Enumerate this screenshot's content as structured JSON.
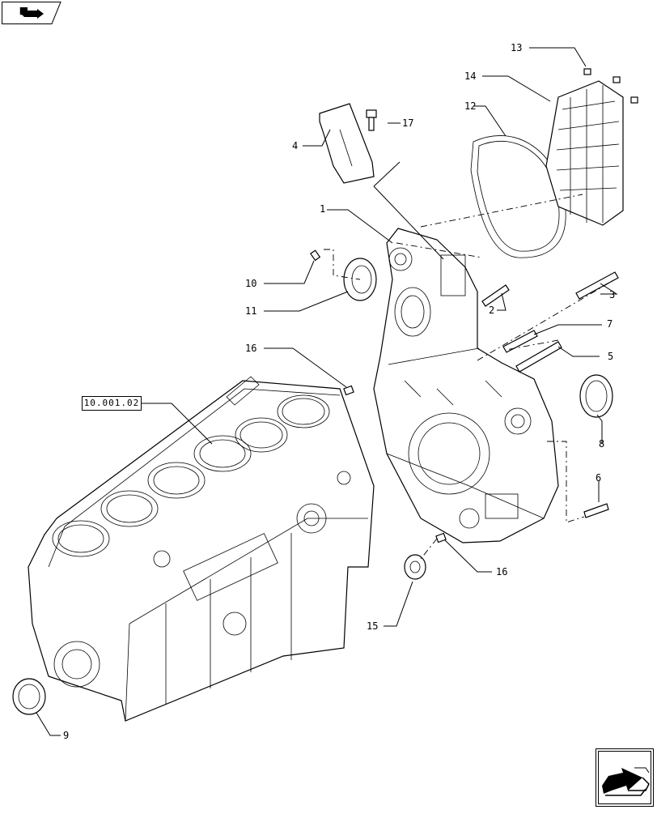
{
  "reference_label": "10.001.02",
  "callouts": [
    {
      "id": "c1",
      "text": "1"
    },
    {
      "id": "c2",
      "text": "2"
    },
    {
      "id": "c3",
      "text": "3"
    },
    {
      "id": "c4",
      "text": "4"
    },
    {
      "id": "c5",
      "text": "5"
    },
    {
      "id": "c6",
      "text": "6"
    },
    {
      "id": "c7",
      "text": "7"
    },
    {
      "id": "c8",
      "text": "8"
    },
    {
      "id": "c9",
      "text": "9"
    },
    {
      "id": "c10",
      "text": "10"
    },
    {
      "id": "c11",
      "text": "11"
    },
    {
      "id": "c12",
      "text": "12"
    },
    {
      "id": "c13",
      "text": "13"
    },
    {
      "id": "c14",
      "text": "14"
    },
    {
      "id": "c15",
      "text": "15"
    },
    {
      "id": "c16a",
      "text": "16"
    },
    {
      "id": "c16b",
      "text": "16"
    },
    {
      "id": "c17",
      "text": "17"
    }
  ],
  "icons": {
    "previous": "arrow-back-icon",
    "next": "arrow-forward-icon"
  },
  "colors": {
    "line": "#000000",
    "background": "#ffffff"
  }
}
